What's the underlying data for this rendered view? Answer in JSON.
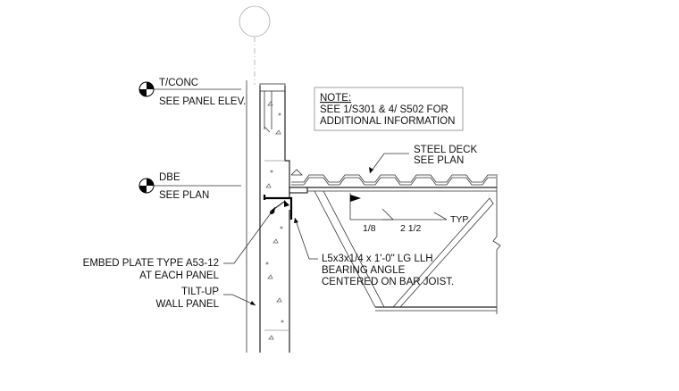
{
  "elevations": [
    {
      "name": "T/CONC",
      "note": "SEE PANEL ELEV."
    },
    {
      "name": "DBE",
      "note": "SEE PLAN"
    }
  ],
  "note": {
    "title": "NOTE:",
    "lines": [
      "SEE 1/S301 & 4/ S502 FOR",
      "ADDITIONAL INFORMATION"
    ]
  },
  "callouts": {
    "steel_deck": [
      "STEEL DECK",
      "SEE PLAN"
    ],
    "embed_plate": [
      "EMBED PLATE TYPE A53-12",
      "AT EACH PANEL"
    ],
    "tilt_up": [
      "TILT-UP",
      "WALL PANEL"
    ],
    "bearing_angle": [
      "L5x3x1/4 x 1'-0\" LG LLH",
      "BEARING ANGLE",
      "CENTERED ON BAR JOIST."
    ]
  },
  "weld": {
    "size": "1/8",
    "length": "2 1/2",
    "note": "TYP."
  },
  "colors": {
    "line": "#111111",
    "background": "#ffffff"
  }
}
